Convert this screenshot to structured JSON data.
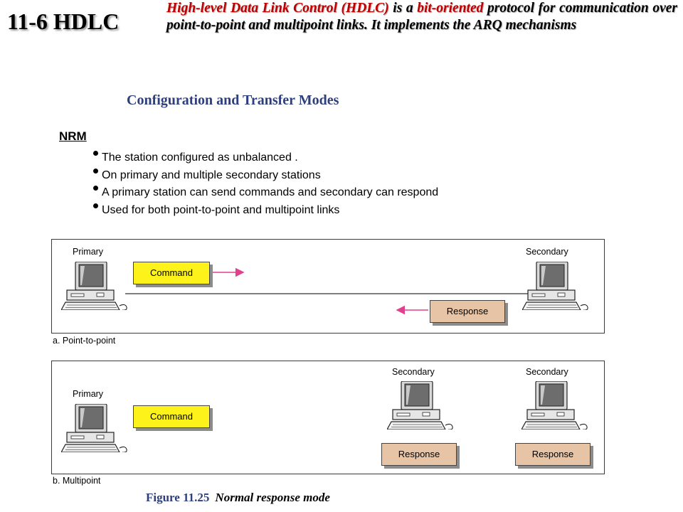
{
  "slide": {
    "title": "11-6  HDLC",
    "intro": {
      "part1": "High-level Data Link Control (HDLC)",
      "part2": " is a ",
      "part3": "bit-oriented",
      "part4": " protocol for communication over point-to-point and multipoint links. It implements the ARQ mechanisms"
    },
    "section_heading": "Configuration and Transfer Modes",
    "nrm": {
      "label": "NRM",
      "bullets": [
        "The station configured as unbalanced .",
        "On primary and multiple secondary stations",
        "A primary station can send commands and secondary can respond",
        "Used for both point-to-point and multipoint links"
      ]
    }
  },
  "figure": {
    "point_to_point": {
      "caption": "a. Point-to-point",
      "primary_label": "Primary",
      "secondary_label": "Secondary",
      "command_label": "Command",
      "response_label": "Response"
    },
    "multipoint": {
      "caption": "b. Multipoint",
      "primary_label": "Primary",
      "secondary1_label": "Secondary",
      "secondary2_label": "Secondary",
      "command_label": "Command",
      "response1_label": "Response",
      "response2_label": "Response"
    },
    "caption_number": "Figure 11.25",
    "caption_title": "Normal response mode"
  },
  "colors": {
    "heading_blue": "#2e3f7d",
    "highlight_red": "#c00000",
    "command_yellow": "#fdf21a",
    "response_tan": "#e8c4a6",
    "arrow_magenta": "#e0408c"
  }
}
